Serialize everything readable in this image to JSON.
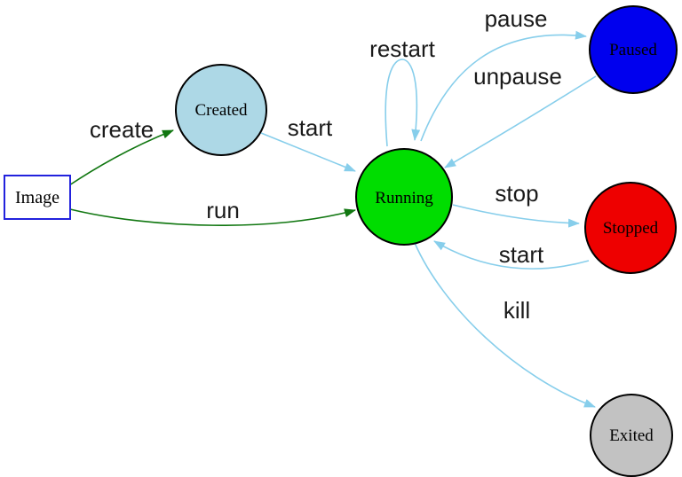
{
  "diagram": {
    "background": "#ffffff",
    "edge_colors": {
      "container_action": "#87ceeb",
      "image_action": "#117711"
    },
    "nodes": [
      {
        "id": "image",
        "label": "Image",
        "shape": "rect",
        "fill": "#ffffff",
        "border": "#2222dd"
      },
      {
        "id": "created",
        "label": "Created",
        "shape": "circle",
        "fill": "#add8e6",
        "border": "#000000"
      },
      {
        "id": "running",
        "label": "Running",
        "shape": "circle",
        "fill": "#00dd00",
        "border": "#000000"
      },
      {
        "id": "paused",
        "label": "Paused",
        "shape": "circle",
        "fill": "#0000ee",
        "border": "#000000"
      },
      {
        "id": "stopped",
        "label": "Stopped",
        "shape": "circle",
        "fill": "#ee0000",
        "border": "#000000"
      },
      {
        "id": "exited",
        "label": "Exited",
        "shape": "circle",
        "fill": "#c2c2c2",
        "border": "#000000"
      }
    ],
    "edges": [
      {
        "label": "create",
        "from": "image",
        "to": "created",
        "color": "#117711"
      },
      {
        "label": "run",
        "from": "image",
        "to": "running",
        "color": "#117711"
      },
      {
        "label": "start",
        "from": "created",
        "to": "running",
        "color": "#87ceeb"
      },
      {
        "label": "restart",
        "from": "running",
        "to": "running",
        "color": "#87ceeb"
      },
      {
        "label": "pause",
        "from": "running",
        "to": "paused",
        "color": "#87ceeb"
      },
      {
        "label": "unpause",
        "from": "paused",
        "to": "running",
        "color": "#87ceeb"
      },
      {
        "label": "stop",
        "from": "running",
        "to": "stopped",
        "color": "#87ceeb"
      },
      {
        "label": "start",
        "from": "stopped",
        "to": "running",
        "color": "#87ceeb"
      },
      {
        "label": "kill",
        "from": "running",
        "to": "exited",
        "color": "#87ceeb"
      }
    ]
  }
}
